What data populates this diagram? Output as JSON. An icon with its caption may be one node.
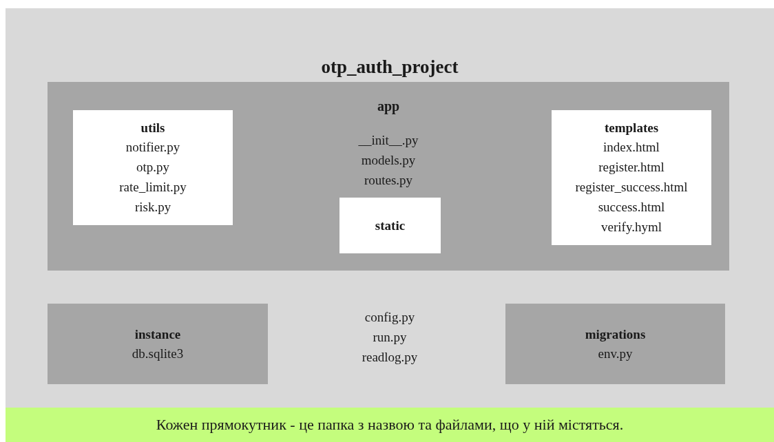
{
  "diagram": {
    "caption": "Кожен прямокутник - це папка з назвою та файлами, що у ній містяться.",
    "nodes": [
      {
        "text": [
          "otp_auth_project",
          "config.py",
          "run.py",
          "readlog.py"
        ]
      },
      {
        "text": [
          "app",
          "__init__.py",
          "models.py",
          "routes.py"
        ],
        "in": 0
      },
      {
        "text": [
          "utils",
          "notifier.py",
          "otp.py",
          "rate_limit.py",
          "risk.py"
        ],
        "in": 1
      },
      {
        "text": [
          "static"
        ],
        "in": 1
      },
      {
        "text": [
          "templates",
          "index.html",
          "register.html",
          "register_success.html",
          "success.html",
          "verify.hyml"
        ],
        "in": 1
      },
      {
        "text": [
          "instance",
          "db.sqlite3"
        ],
        "in": 0
      },
      {
        "text": [
          "migrations",
          "env.py"
        ],
        "in": 0
      }
    ]
  }
}
